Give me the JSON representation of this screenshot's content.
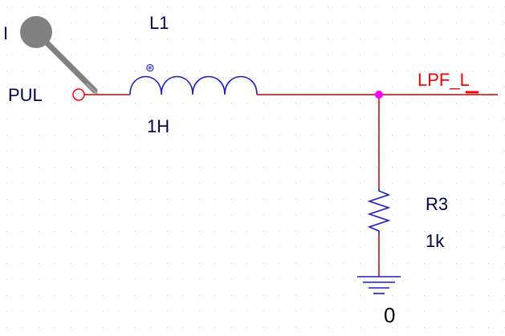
{
  "probe": {
    "label": "I"
  },
  "port": {
    "label": "PUL"
  },
  "inductor": {
    "ref": "L1",
    "value": "1H",
    "dot_symbol": "⊛"
  },
  "net_label": {
    "text": "LPF_L"
  },
  "resistor": {
    "ref": "R3",
    "value": "1k"
  },
  "ground": {
    "label": "0"
  },
  "colors": {
    "wire": "#cc0000",
    "component": "#1a1ad6",
    "label_text": "#000050",
    "junction": "#ff00ff",
    "net_label": "#ff0000",
    "probe": "#808080",
    "grid_dot": "#c8c8c8",
    "port": "#ff0000"
  }
}
